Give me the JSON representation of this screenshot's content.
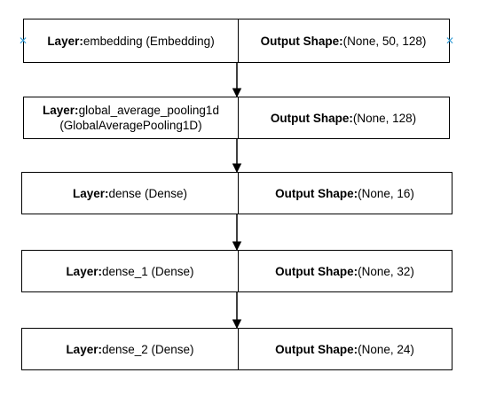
{
  "layers": [
    {
      "name_key": "Layer:",
      "name": "embedding (Embedding)",
      "name_line2": "",
      "shape_key": "Output Shape:",
      "shape": "(None, 50, 128)"
    },
    {
      "name_key": "Layer:",
      "name": "global_average_pooling1d",
      "name_line2": "(GlobalAveragePooling1D)",
      "shape_key": "Output Shape:",
      "shape": "(None, 128)"
    },
    {
      "name_key": "Layer:",
      "name": "dense (Dense)",
      "name_line2": "",
      "shape_key": "Output Shape:",
      "shape": "(None, 16)"
    },
    {
      "name_key": "Layer:",
      "name": "dense_1 (Dense)",
      "name_line2": "",
      "shape_key": "Output Shape:",
      "shape": "(None, 32)"
    },
    {
      "name_key": "Layer:",
      "name": "dense_2 (Dense)",
      "name_line2": "",
      "shape_key": "Output Shape:",
      "shape": "(None, 24)"
    }
  ],
  "colors": {
    "border": "#000000",
    "selection_handle": "#3aa0d8"
  },
  "icons": {
    "selection_handle": "cross-handle-icon"
  }
}
